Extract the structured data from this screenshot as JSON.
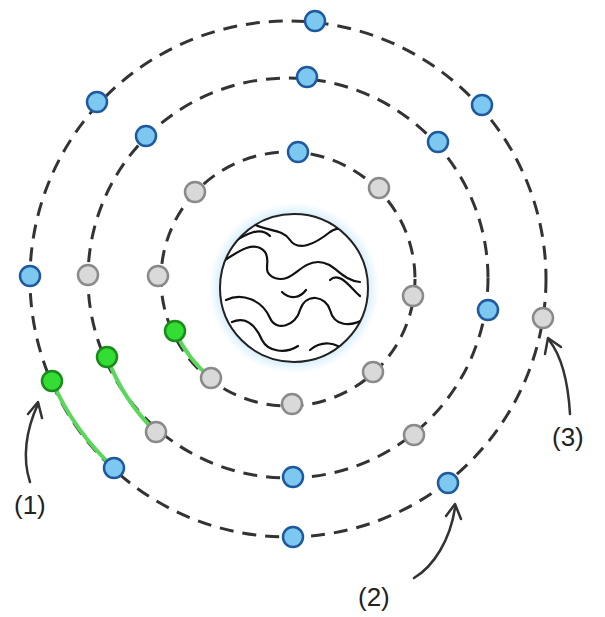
{
  "diagram": {
    "labels": [
      "(1)",
      "(2)",
      "(3)"
    ]
  }
}
